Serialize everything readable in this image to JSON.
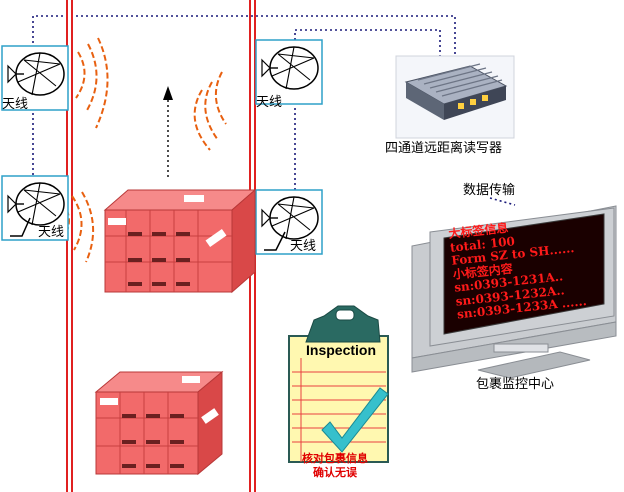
{
  "labels": {
    "antenna": "天线",
    "reader": "四通道远距离读写器",
    "data_transfer": "数据传输",
    "monitor_center": "包裹监控中心",
    "inspection_title": "Inspection",
    "verify_line1": "核对包裹信息",
    "verify_line2": "确认无误"
  },
  "screen_lines": [
    "大标签信息",
    "total: 100",
    "Form SZ to SH......",
    "小标签内容",
    "sn:0393-1231A..",
    "sn:0393-1232A..",
    "sn:0393-1233A ......"
  ],
  "colors": {
    "lane_line": "#e02020",
    "signal_arc": "#e86010",
    "link_line": "#1a1a7a",
    "box_front": "#f26a6a",
    "box_side": "#d94848",
    "box_top": "#f68a8a",
    "screen_bg": "#1a0000",
    "screen_text": "#ff1a1a"
  }
}
